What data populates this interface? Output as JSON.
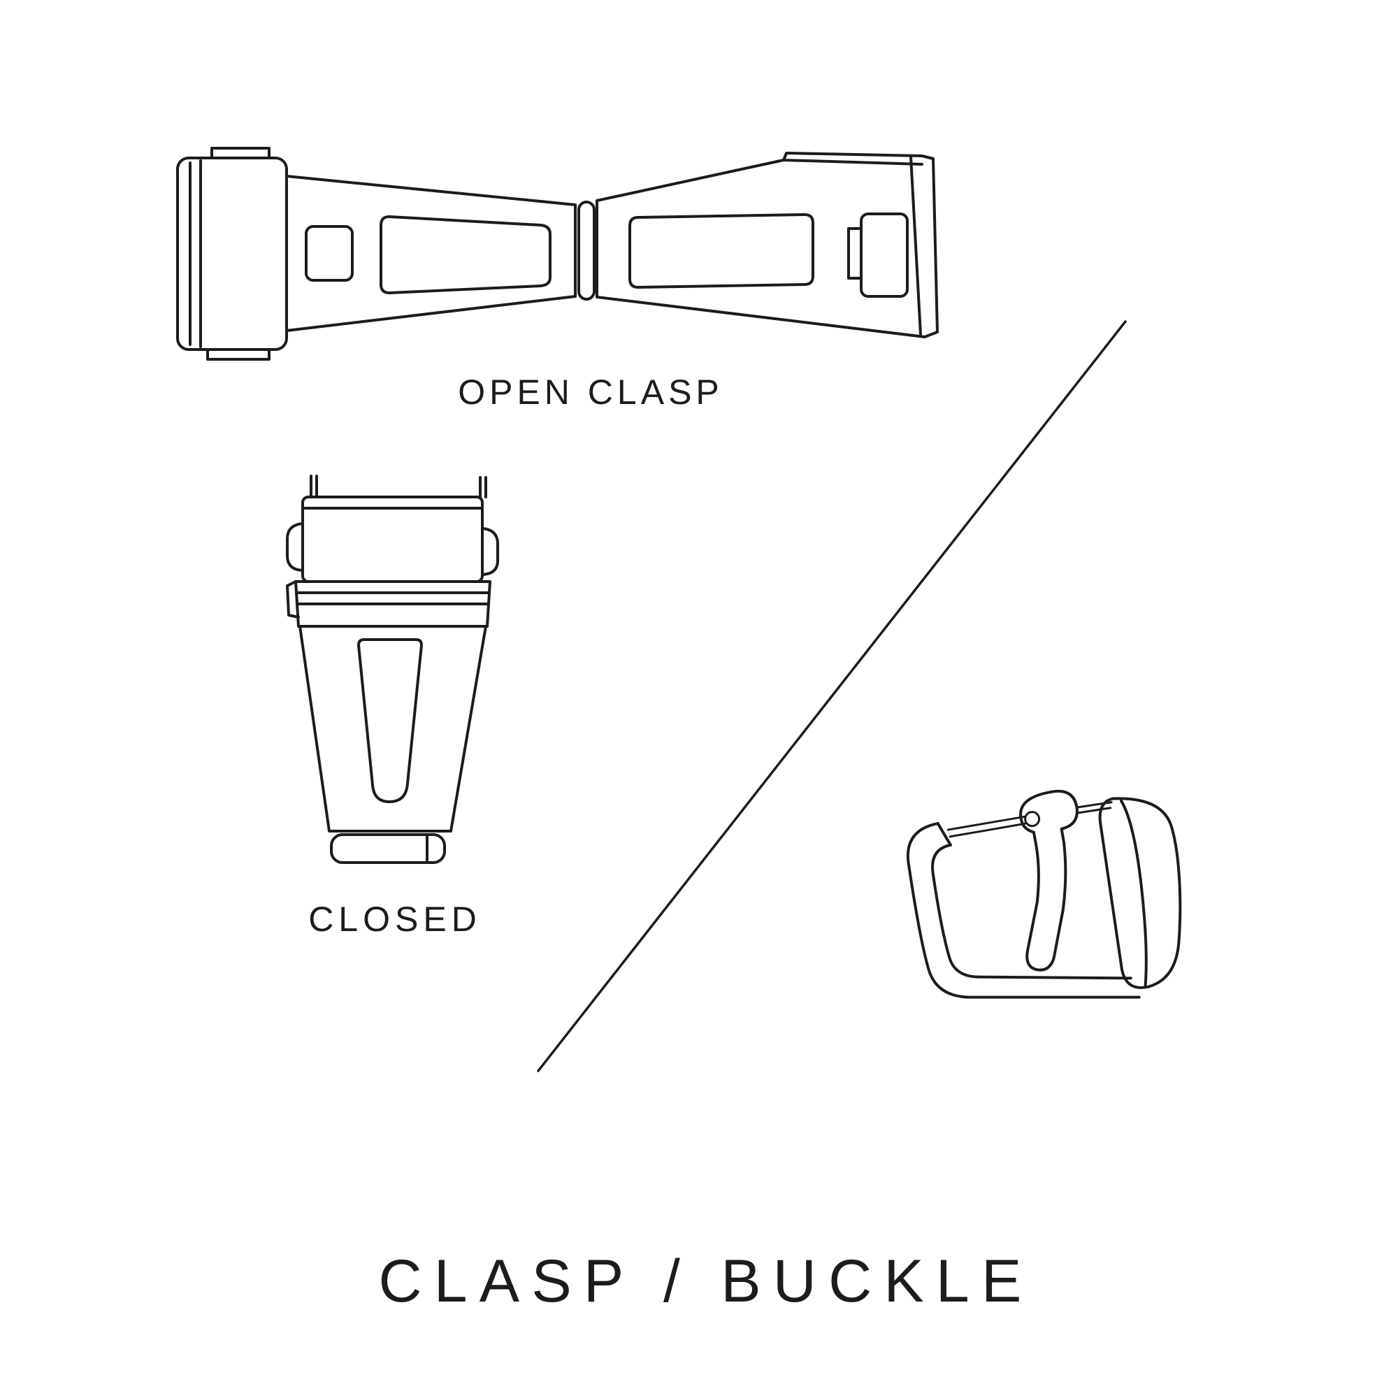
{
  "meta": {
    "background_color": "#ffffff",
    "line_color": "#1c1c1c",
    "text_color": "#1c1c1c"
  },
  "figures": {
    "open_clasp": {
      "label": "OPEN CLASP",
      "icon": "open-deployant-clasp-line-drawing"
    },
    "closed_clasp": {
      "label": "CLOSED",
      "icon": "closed-clasp-line-drawing"
    },
    "buckle": {
      "icon": "pin-buckle-line-drawing"
    }
  },
  "divider": {
    "icon": "diagonal-divider-line"
  },
  "title": "CLASP / BUCKLE"
}
